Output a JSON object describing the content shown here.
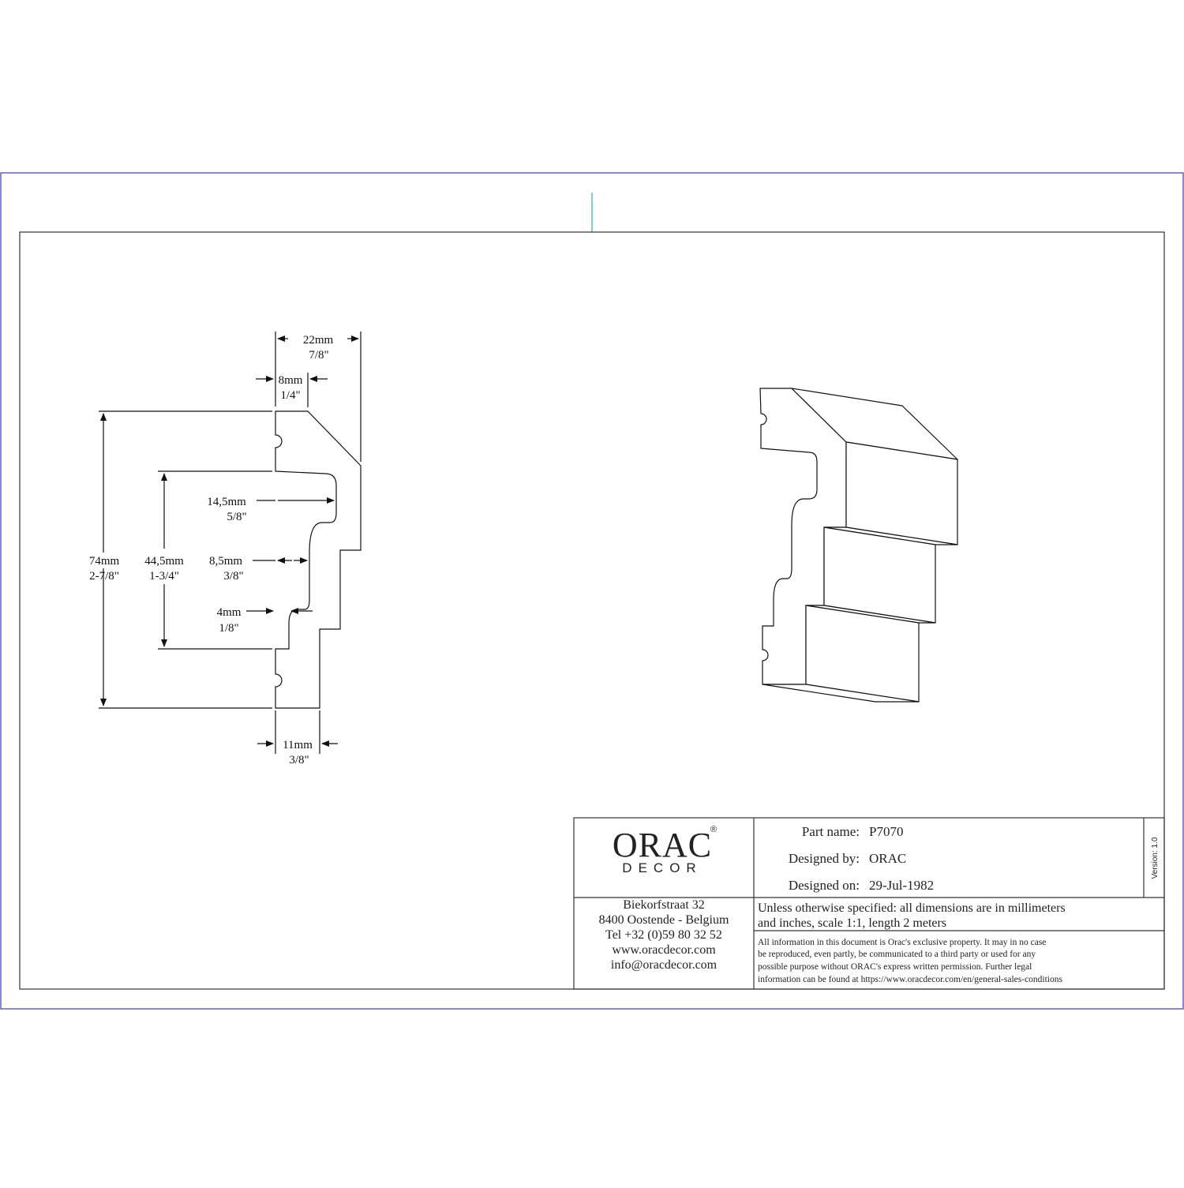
{
  "dimensions": {
    "width_top": {
      "mm": "22mm",
      "inch": "7/8\""
    },
    "width_small_top": {
      "mm": "8mm",
      "inch": "1/4\""
    },
    "height_total": {
      "mm": "74mm",
      "inch": "2-7/8\""
    },
    "height_inner": {
      "mm": "44,5mm",
      "inch": "1-3/4\""
    },
    "depth_middle": {
      "mm": "14,5mm",
      "inch": "5/8\""
    },
    "depth_step": {
      "mm": "8,5mm",
      "inch": "3/8\""
    },
    "depth_small": {
      "mm": "4mm",
      "inch": "1/8\""
    },
    "width_bottom": {
      "mm": "11mm",
      "inch": "3/8\""
    }
  },
  "title_block": {
    "logo": {
      "line1": "ORAC",
      "line2": "DECOR",
      "registered": "®"
    },
    "address": {
      "street": "Biekorfstraat 32",
      "city": "8400 Oostende - Belgium",
      "phone": "Tel  +32 (0)59 80 32 52",
      "web": "www.oracdecor.com",
      "email": "info@oracdecor.com"
    },
    "part_name_label": "Part name:",
    "part_name_value": "P7070",
    "designed_by_label": "Designed by:",
    "designed_by_value": "ORAC",
    "designed_on_label": "Designed on:",
    "designed_on_value": "29-Jul-1982",
    "version": "Version: 1.0",
    "spec_line1": "Unless otherwise specified: all dimensions are in millimeters",
    "spec_line2": "and inches, scale 1:1, length 2 meters",
    "legal_line1": "All information in this document is Orac's exclusive property.  It may in no case",
    "legal_line2": "be reproduced, even partly, be communicated to a third party or used for any",
    "legal_line3": "possible purpose without ORAC's express written permission. Further legal",
    "legal_line4": "information can be found at https://www.oracdecor.com/en/general-sales-conditions"
  },
  "colors": {
    "outer_frame": "#3a3acc",
    "guide_line": "#5ab4d6",
    "ink": "#111111"
  }
}
